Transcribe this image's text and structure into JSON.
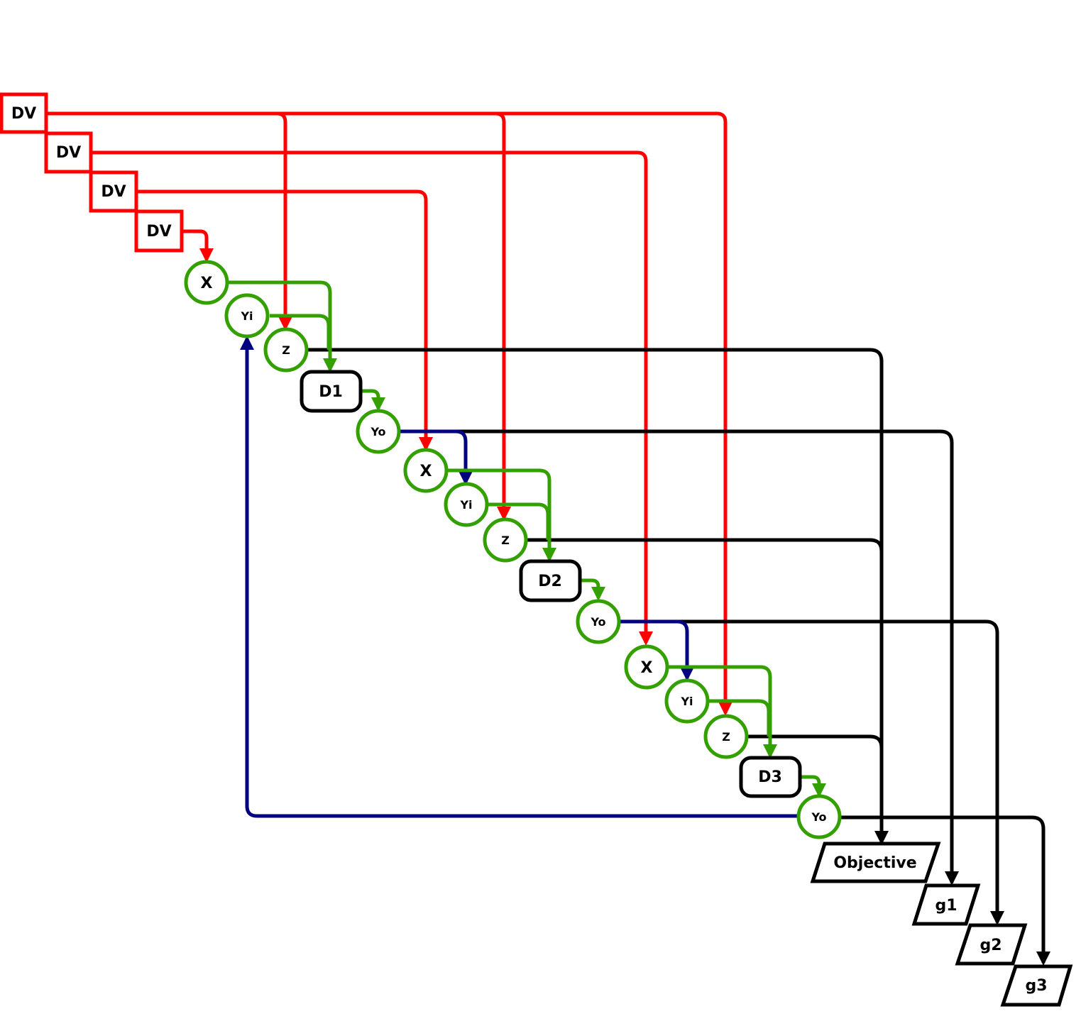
{
  "diagram": {
    "design_variables": [
      "DV",
      "DV",
      "DV",
      "DV"
    ],
    "disciplines": [
      {
        "label": "D1",
        "inputs": [
          "X",
          "Yi",
          "Z"
        ],
        "output": "Yo"
      },
      {
        "label": "D2",
        "inputs": [
          "X",
          "Yi",
          "Z"
        ],
        "output": "Yo"
      },
      {
        "label": "D3",
        "inputs": [
          "X",
          "Yi",
          "Z"
        ],
        "output": "Yo"
      }
    ],
    "outputs": [
      "Objective",
      "g1",
      "g2",
      "g3"
    ]
  },
  "colors": {
    "design_variable_link": "#ff0000",
    "discipline_data_link": "#33a000",
    "coupling_link": "#000080",
    "output_link": "#000000"
  }
}
